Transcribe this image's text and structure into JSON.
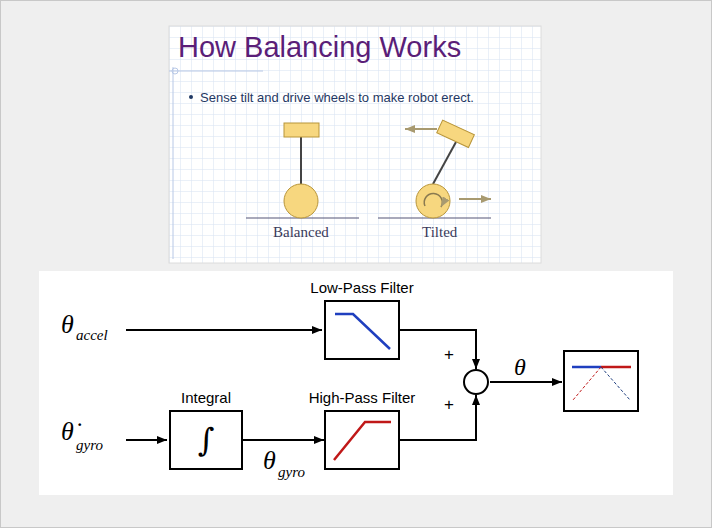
{
  "diagram": {
    "title": "How Balancing Works",
    "nodes": [
      {
        "text": [
          "Low-Pass Filter"
        ]
      },
      {
        "text": [
          "Integral",
          "∫"
        ]
      },
      {
        "text": [
          "High-Pass Filter"
        ]
      },
      {
        "text": [
          "+",
          "+"
        ]
      }
    ],
    "edges": [
      {
        "from": 0,
        "to": 3,
        "arrow": "to"
      },
      {
        "from": 1,
        "to": 2,
        "arrow": "to"
      },
      {
        "from": 2,
        "to": 3,
        "arrow": "to"
      }
    ],
    "labels": [
      "Sense tilt and drive wheels to make robot erect.",
      "Balanced",
      "Tilted",
      "θ",
      "accel",
      "θ̇",
      "gyro",
      "θ",
      "gyro",
      "θ"
    ]
  }
}
